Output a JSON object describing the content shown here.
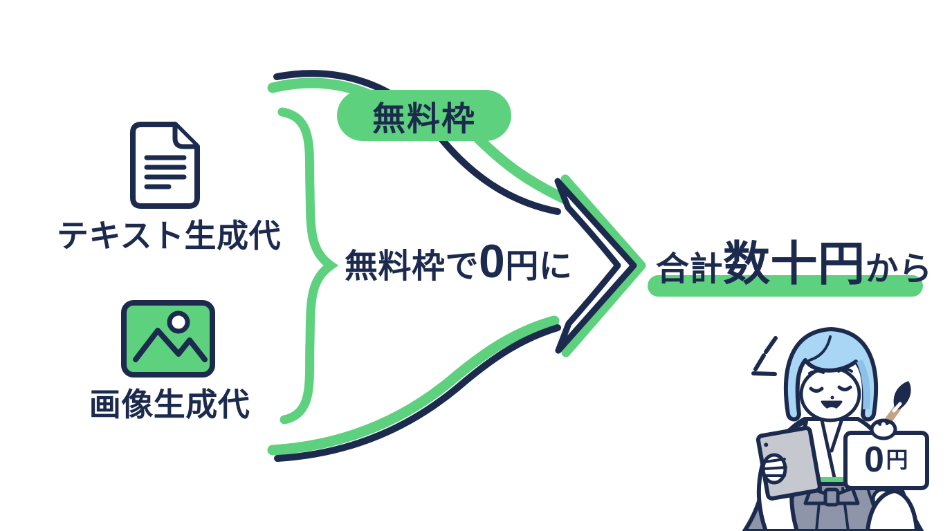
{
  "colors": {
    "green": "#5ed17e",
    "navy": "#1c2b4d",
    "hair_blue": "#a9d6f4",
    "hair_shadow": "#8cc1e8",
    "tablet_gray": "#c5c8ce",
    "hakama_gray": "#8e95a8",
    "brush_tan": "#c2a387",
    "background": "#ffffff"
  },
  "left_items": [
    {
      "icon": "document-icon",
      "label": "テキスト生成代"
    },
    {
      "icon": "image-icon",
      "label": "画像生成代"
    }
  ],
  "badge_label": "無料枠",
  "middle_text": {
    "prefix": "無料枠で",
    "zero": "0",
    "suffix": "円に"
  },
  "result_text": {
    "prefix": "合計",
    "amount": "数十円",
    "suffix": "から"
  },
  "sign": {
    "number": "0",
    "unit": "円"
  },
  "illustration_alt": "woman in kimono holding tablet and 0-yen sign with paintbrush"
}
